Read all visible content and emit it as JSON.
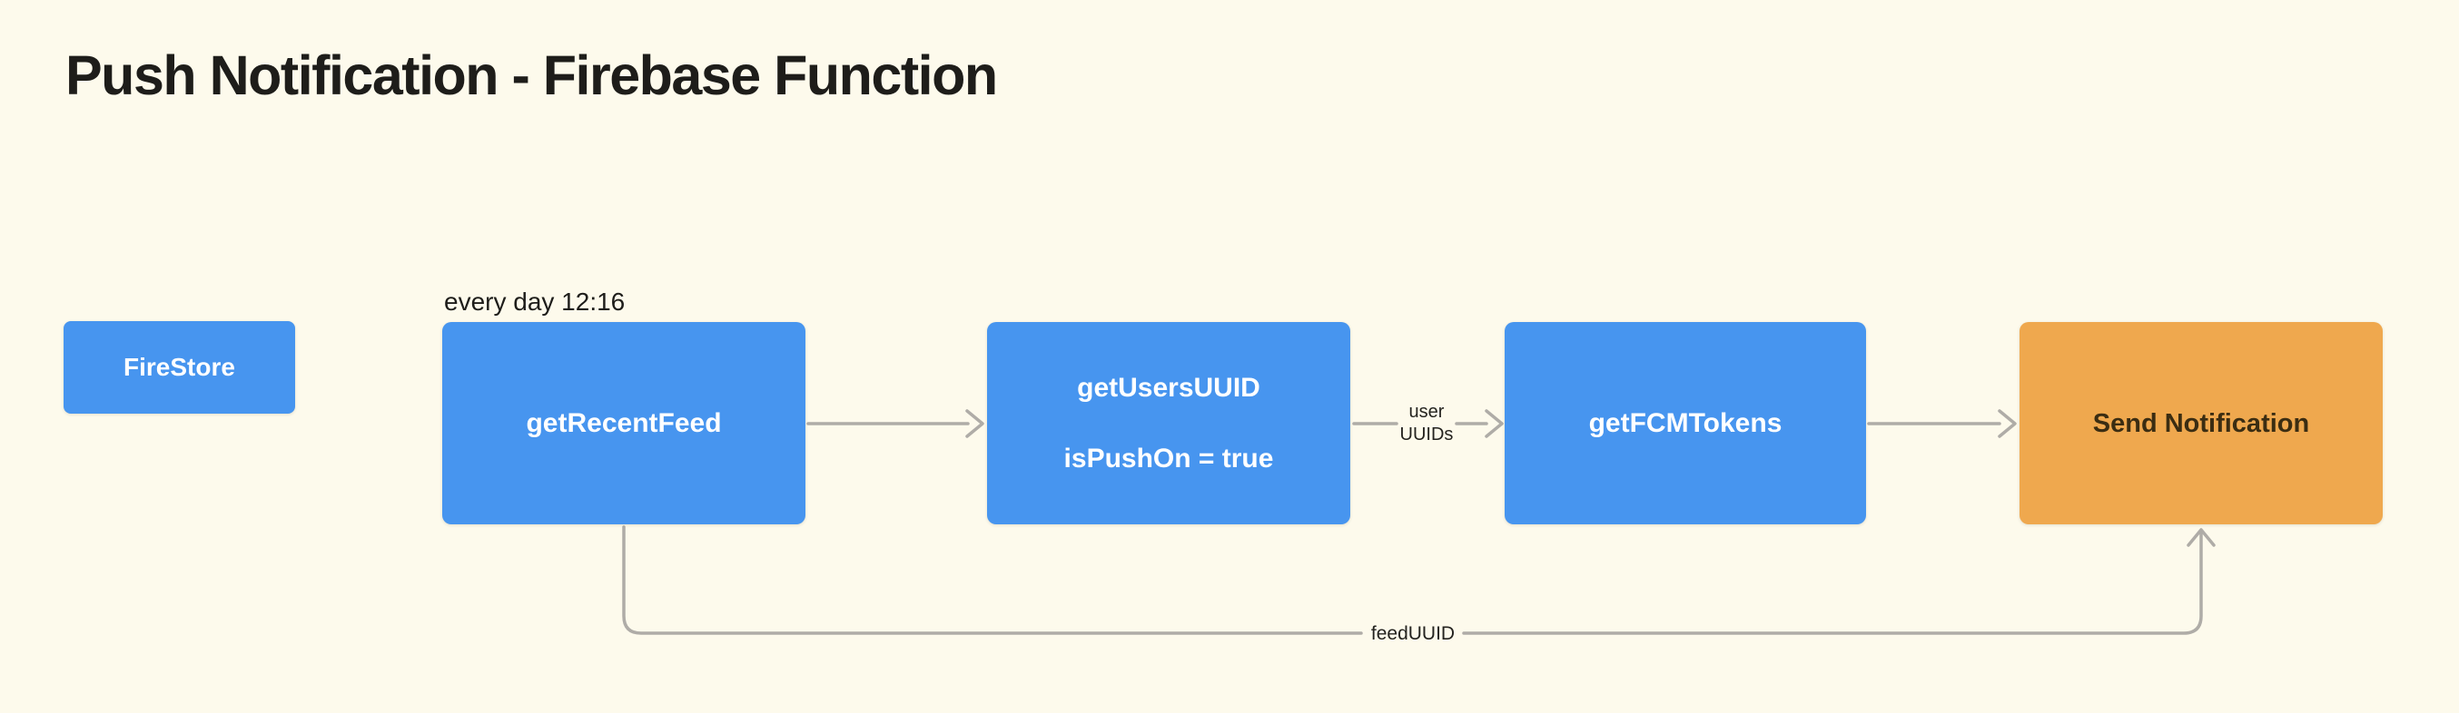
{
  "title": "Push Notification - Firebase Function",
  "nodes": {
    "firestore": {
      "label": "FireStore"
    },
    "get_recent_feed": {
      "label": "getRecentFeed",
      "schedule": "every day 12:16"
    },
    "get_users_uuid": {
      "label": "getUsersUUID",
      "condition": "isPushOn = true"
    },
    "get_fcm_tokens": {
      "label": "getFCMTokens"
    },
    "send_notification": {
      "label": "Send Notification"
    }
  },
  "edge_labels": {
    "user_uuids_line1": "user",
    "user_uuids_line2": "UUIDs",
    "feed_uuid": "feedUUID"
  },
  "colors": {
    "background": "#FDFAEC",
    "function-node": "#4795EF",
    "action-node": "#EFA84E",
    "connector": "#AFACA7",
    "title-text": "#1E1D1A",
    "node-text": "#FFFFFF",
    "action-text": "#3B2D12",
    "label-text": "#24231F"
  }
}
